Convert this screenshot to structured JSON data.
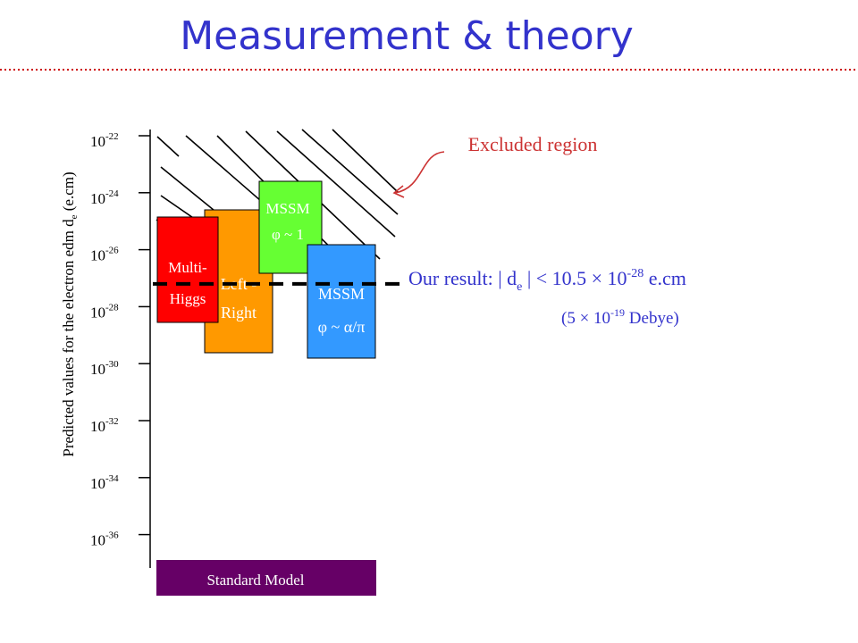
{
  "slide": {
    "title": "Measurement & theory",
    "title_color": "#3333cc",
    "rule_color": "#cc0000"
  },
  "chart_data": {
    "type": "bar",
    "ylabel_main": "Predicted values for the electron edm d",
    "ylabel_sub": "e",
    "ylabel_unit": " (e.cm)",
    "y_scale": "log",
    "y_ticks": [
      {
        "base": "10",
        "exp": "-22",
        "value": 1e-22
      },
      {
        "base": "10",
        "exp": "-24",
        "value": 1e-24
      },
      {
        "base": "10",
        "exp": "-26",
        "value": 1e-26
      },
      {
        "base": "10",
        "exp": "-28",
        "value": 1e-28
      },
      {
        "base": "10",
        "exp": "-30",
        "value": 1e-30
      },
      {
        "base": "10",
        "exp": "-32",
        "value": 1e-32
      },
      {
        "base": "10",
        "exp": "-34",
        "value": 1e-34
      },
      {
        "base": "10",
        "exp": "-36",
        "value": 1e-36
      }
    ],
    "models": [
      {
        "id": "multi-higgs",
        "lines": [
          "Multi-",
          "Higgs"
        ],
        "color": "#ff0000",
        "text_color": "#ffffff"
      },
      {
        "id": "left-right",
        "lines": [
          "Left -",
          "Right"
        ],
        "color": "#ff9900",
        "text_color": "#ffffff"
      },
      {
        "id": "mssm-1",
        "lines": [
          "MSSM",
          "φ ~ 1"
        ],
        "color": "#66ff33",
        "text_color": "#ffffff"
      },
      {
        "id": "mssm-alpha",
        "lines": [
          "MSSM",
          "φ ~ α/π"
        ],
        "color": "#3399ff",
        "text_color": "#ffffff"
      }
    ],
    "standard_model": {
      "label": "Standard Model",
      "color": "#660066",
      "text_color": "#ffffff"
    },
    "excluded": {
      "label": "Excluded region",
      "color": "#cc3333"
    },
    "result": {
      "prefix": "Our result: | d",
      "sub": "e",
      "mid": " | < 10.5 × 10",
      "exp": "-28",
      "suffix": " e.cm",
      "alt_prefix": "(5 × 10",
      "alt_exp": "-19",
      "alt_suffix": " Debye)",
      "value": 1.05e-27
    }
  }
}
